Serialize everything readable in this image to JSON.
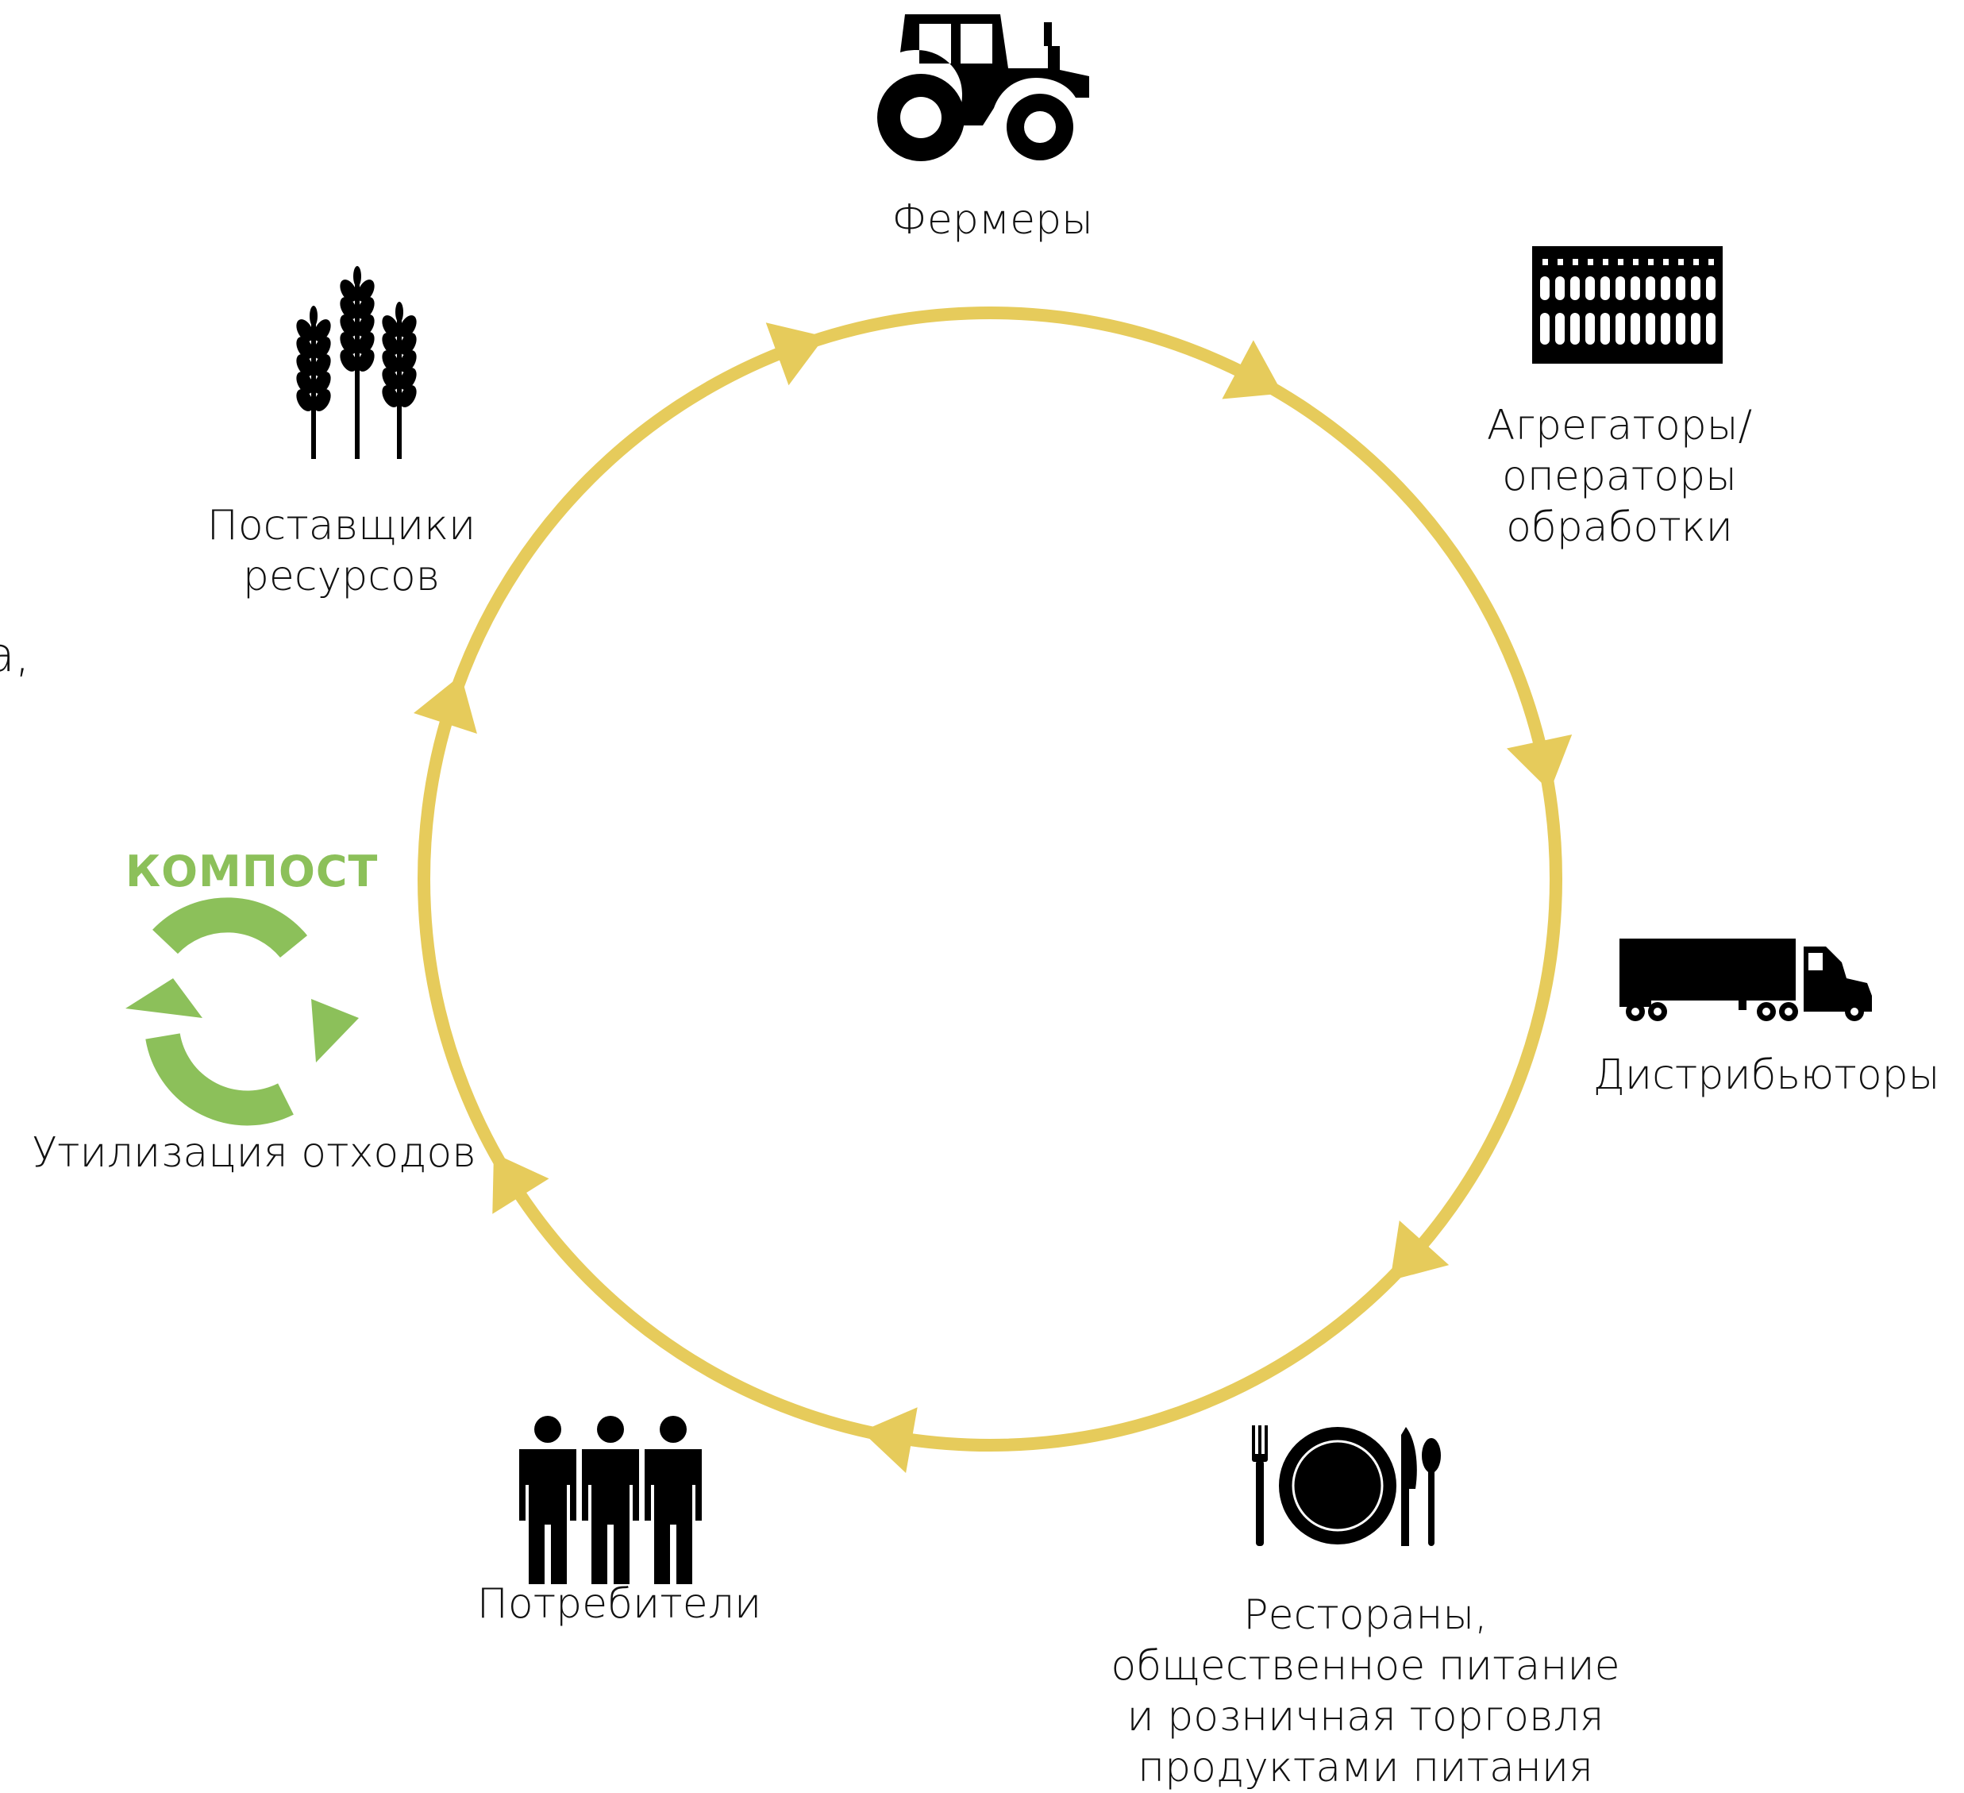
{
  "colors": {
    "cycle": "#E6CB5B",
    "compost": "#8CC05A",
    "icon": "#000000",
    "text": "#111111"
  },
  "nodes": {
    "farmers": {
      "icon": "tractor-icon",
      "label": [
        "Фермеры"
      ]
    },
    "aggregators": {
      "icon": "colosseum-building-icon",
      "label": [
        "Агрегаторы/",
        "операторы",
        "обработки"
      ]
    },
    "distributors": {
      "icon": "truck-icon",
      "label": [
        "Дистрибьюторы"
      ]
    },
    "restaurants": {
      "icon": "plate-cutlery-icon",
      "label": [
        "Рестораны,",
        "общественное питание",
        "и розничная торговля",
        "продуктами питания"
      ]
    },
    "consumers": {
      "icon": "people-icon",
      "label": [
        "Потребители"
      ]
    },
    "waste": {
      "icon": "recycle-arrows-icon",
      "title": "КОМПОСТ",
      "label": [
        "Утилизация отходов"
      ]
    },
    "suppliers": {
      "icon": "wheat-icon",
      "label": [
        "Поставщики",
        "ресурсов"
      ]
    }
  },
  "edge_fragment": "а,"
}
